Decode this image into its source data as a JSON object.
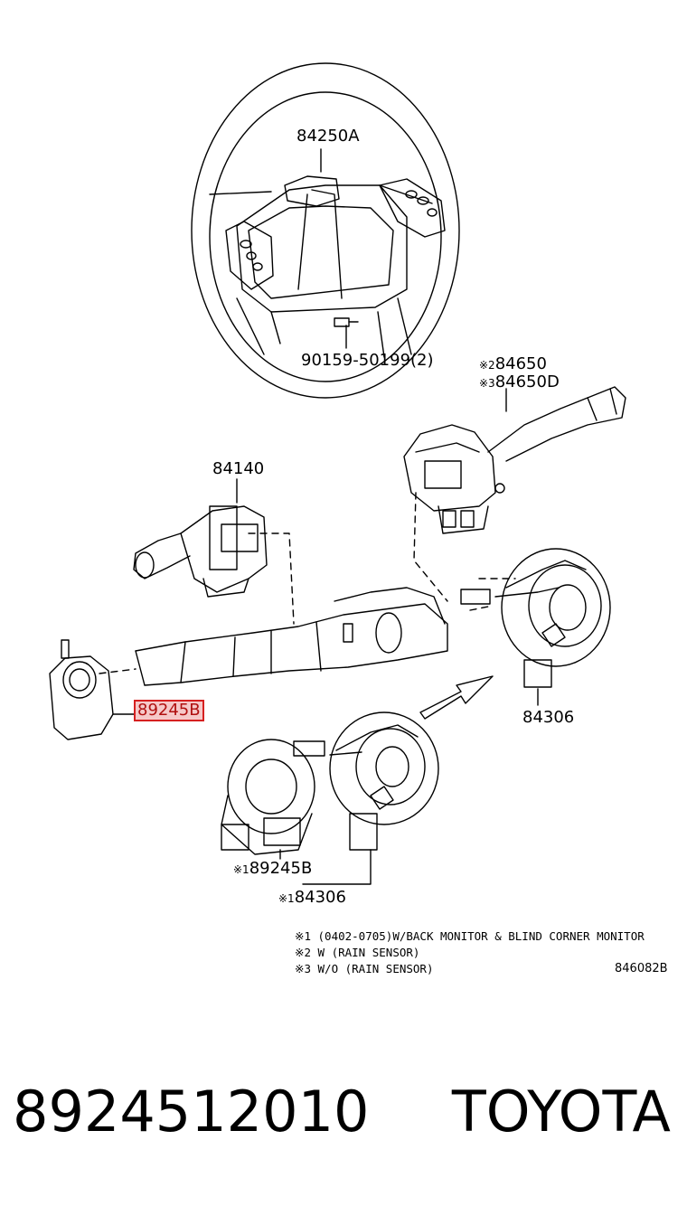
{
  "labels": {
    "wheel": "84250A",
    "screw": "90159-50199(2)",
    "combo_switch_a_mark": "※2",
    "combo_switch_a": "84650",
    "combo_switch_b_mark": "※3",
    "combo_switch_b": "84650D",
    "wiper_switch": "84140",
    "sensor_part": "89245B",
    "spiral_cable": "84306",
    "sensor_alt_mark": "※1",
    "sensor_alt": "89245B",
    "spiral_alt_mark": "※1",
    "spiral_alt": "84306"
  },
  "notes": [
    {
      "mark": "※1",
      "text": "(0402-0705)W/BACK MONITOR & BLIND CORNER MONITOR"
    },
    {
      "mark": "※2",
      "text": "W (RAIN SENSOR)"
    },
    {
      "mark": "※3",
      "text": "W/O (RAIN SENSOR)"
    }
  ],
  "diagram_code": "846082B",
  "footer": {
    "part_number": "8924512010",
    "brand": "TOYOTA"
  },
  "colors": {
    "highlight_border": "#d62020",
    "highlight_fill": "#f6c9c9"
  }
}
